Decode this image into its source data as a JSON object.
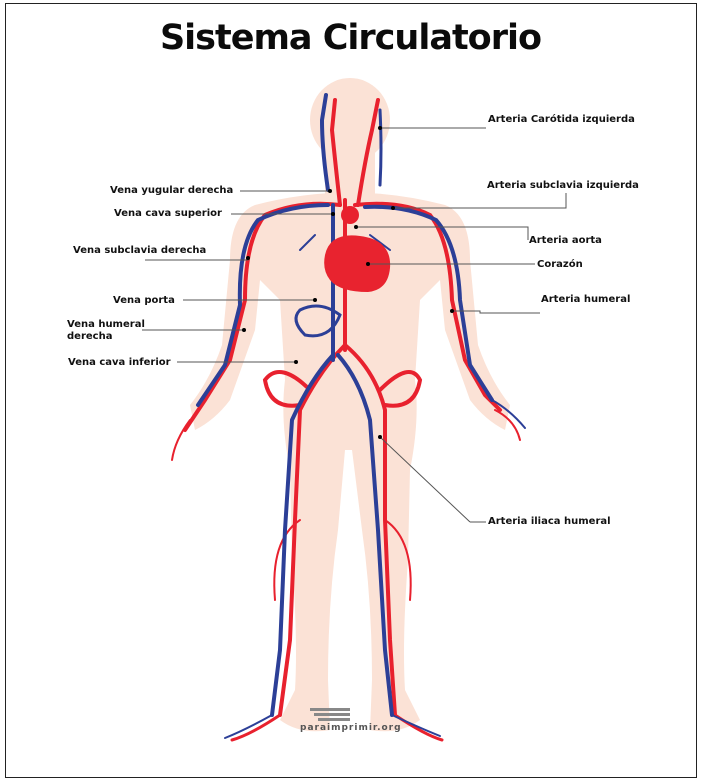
{
  "title": "Sistema Circulatorio",
  "colors": {
    "artery": "#e8212e",
    "vein": "#2c3f97",
    "skin": "#fbe2d6",
    "heart": "#e8232f"
  },
  "labels": {
    "carotida": "Arteria Carótida izquierda",
    "yugular": "Vena yugular derecha",
    "subclavia_izq": "Arteria subclavia izquierda",
    "cava_superior": "Vena cava superior",
    "aorta": "Arteria aorta",
    "subclavia_der": "Vena subclavia derecha",
    "corazon": "Corazón",
    "porta": "Vena porta",
    "humeral": "Arteria humeral",
    "humeral_der": "Vena humeral\nderecha",
    "cava_inferior": "Vena cava inferior",
    "iliaca": "Arteria iliaca humeral"
  },
  "watermark": "paraimprimir.org"
}
